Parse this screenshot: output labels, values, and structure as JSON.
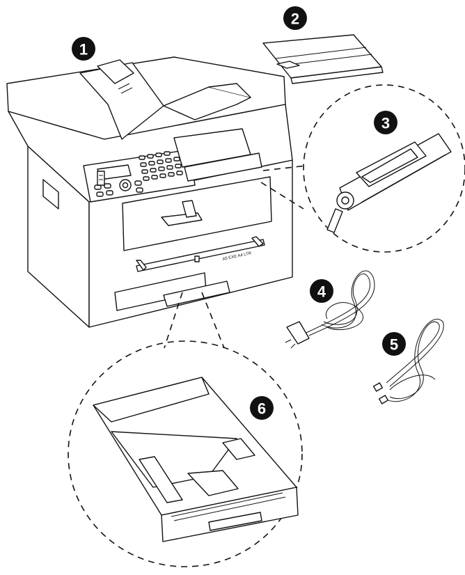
{
  "callouts": [
    {
      "number": "1",
      "part": "printer"
    },
    {
      "number": "2",
      "part": "document-output-tray"
    },
    {
      "number": "3",
      "part": "toner-cartridge"
    },
    {
      "number": "4",
      "part": "power-cable"
    },
    {
      "number": "5",
      "part": "telephone-cable"
    },
    {
      "number": "6",
      "part": "paper-tray"
    }
  ],
  "paper_guide_marks": "A5  EXE  A4  LTR",
  "colors": {
    "ink": "#111111",
    "paper": "#ffffff"
  },
  "icons": [
    "usb-port-icon",
    "navigation-ring-icon"
  ]
}
